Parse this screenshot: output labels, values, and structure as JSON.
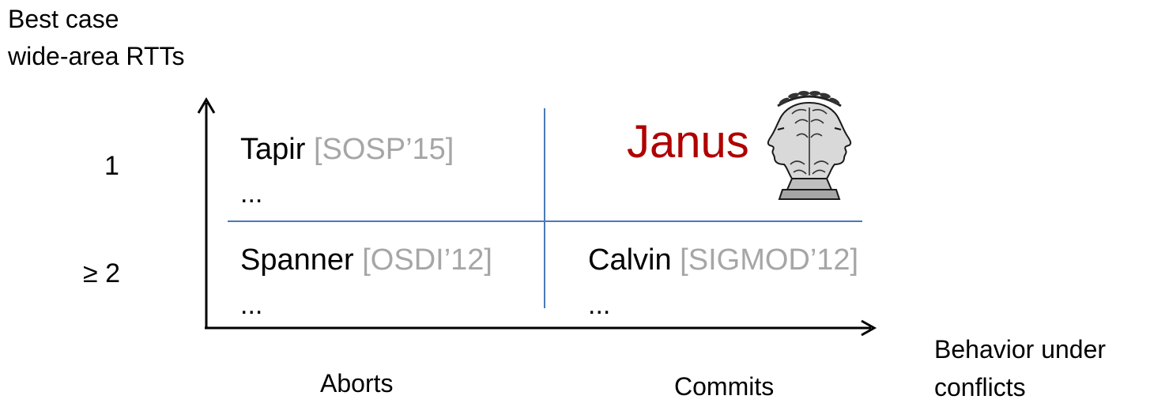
{
  "axes": {
    "y_label_line1": "Best case",
    "y_label_line2": "wide-area RTTs",
    "x_label_line1": "Behavior under",
    "x_label_line2": "conflicts"
  },
  "rows": [
    {
      "label": "1"
    },
    {
      "label": "≥ 2"
    }
  ],
  "columns": [
    {
      "label": "Aborts"
    },
    {
      "label": "Commits"
    }
  ],
  "cells": {
    "top_left": {
      "name": "Tapir",
      "ref": "[SOSP’15]",
      "more": "..."
    },
    "top_right": {
      "name": "Janus"
    },
    "bottom_left": {
      "name": "Spanner",
      "ref": "[OSDI’12]",
      "more": "..."
    },
    "bottom_right": {
      "name": "Calvin",
      "ref": "[SIGMOD’12]",
      "more": "..."
    }
  },
  "colors": {
    "axis": "#000000",
    "divider": "#4a7ab8",
    "reference": "#a6a6a6",
    "highlight": "#b00000"
  },
  "icons": [
    "janus-two-faced-head-icon"
  ]
}
